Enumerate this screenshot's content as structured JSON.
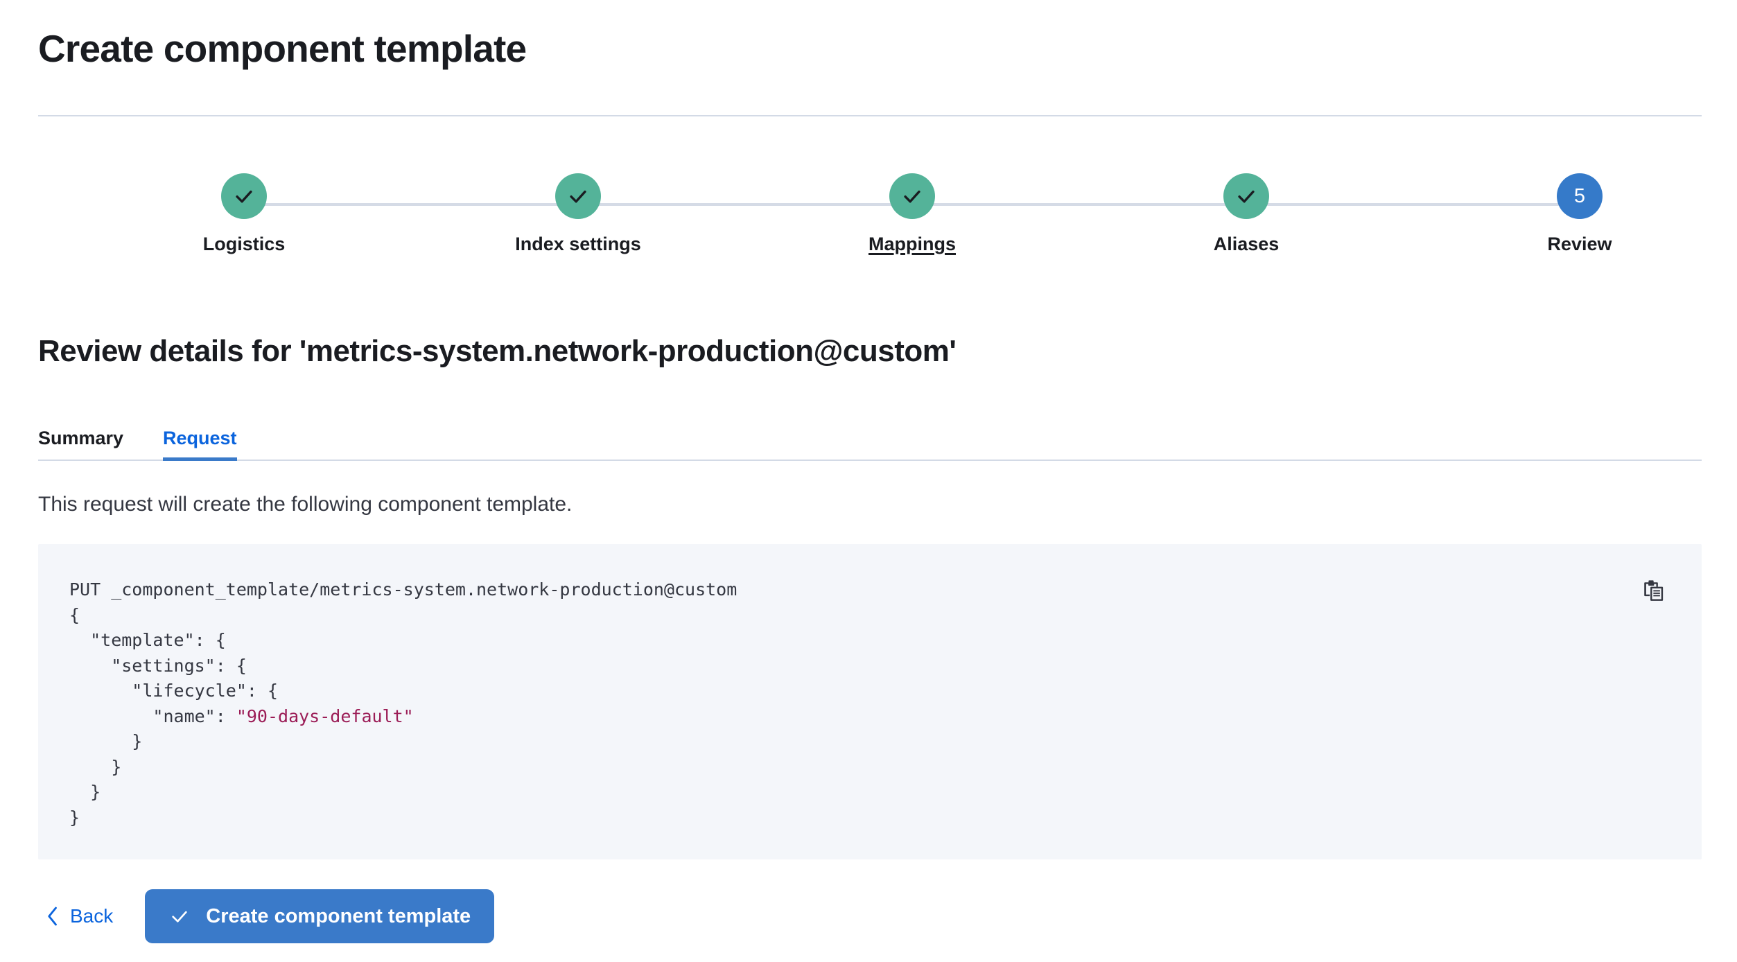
{
  "header": {
    "title": "Create component template"
  },
  "stepper": {
    "steps": [
      {
        "label": "Logistics",
        "state": "done",
        "icon": "check-icon",
        "number": "1"
      },
      {
        "label": "Index settings",
        "state": "done",
        "icon": "check-icon",
        "number": "2"
      },
      {
        "label": "Mappings",
        "state": "done",
        "icon": "check-icon",
        "number": "3",
        "hovered": true
      },
      {
        "label": "Aliases",
        "state": "done",
        "icon": "check-icon",
        "number": "4"
      },
      {
        "label": "Review",
        "state": "current",
        "icon": "",
        "number": "5"
      }
    ],
    "colors": {
      "done": "#54b399",
      "current": "#357ac9",
      "track": "#d5dbe6"
    }
  },
  "review": {
    "heading": "Review details for 'metrics-system.network-production@custom'",
    "tabs": [
      {
        "label": "Summary",
        "active": false
      },
      {
        "label": "Request",
        "active": true
      }
    ],
    "description": "This request will create the following component template.",
    "code": {
      "line_1": "PUT _component_template/metrics-system.network-production@custom",
      "line_2": "{",
      "line_3": "  \"template\": {",
      "line_4": "    \"settings\": {",
      "line_5": "      \"lifecycle\": {",
      "line_6_key": "        \"name\": ",
      "line_6_value": "\"90-days-default\"",
      "line_7": "      }",
      "line_8": "    }",
      "line_9": "  }",
      "line_10": "}",
      "copy_icon": "copy-clipboard-icon",
      "string_color": "#9b1c56",
      "background": "#f4f6fa"
    }
  },
  "footer": {
    "back_label": "Back",
    "back_icon": "chevron-left-icon",
    "submit_label": "Create component template",
    "submit_icon": "check-icon",
    "submit_color": "#3a7ac9"
  }
}
